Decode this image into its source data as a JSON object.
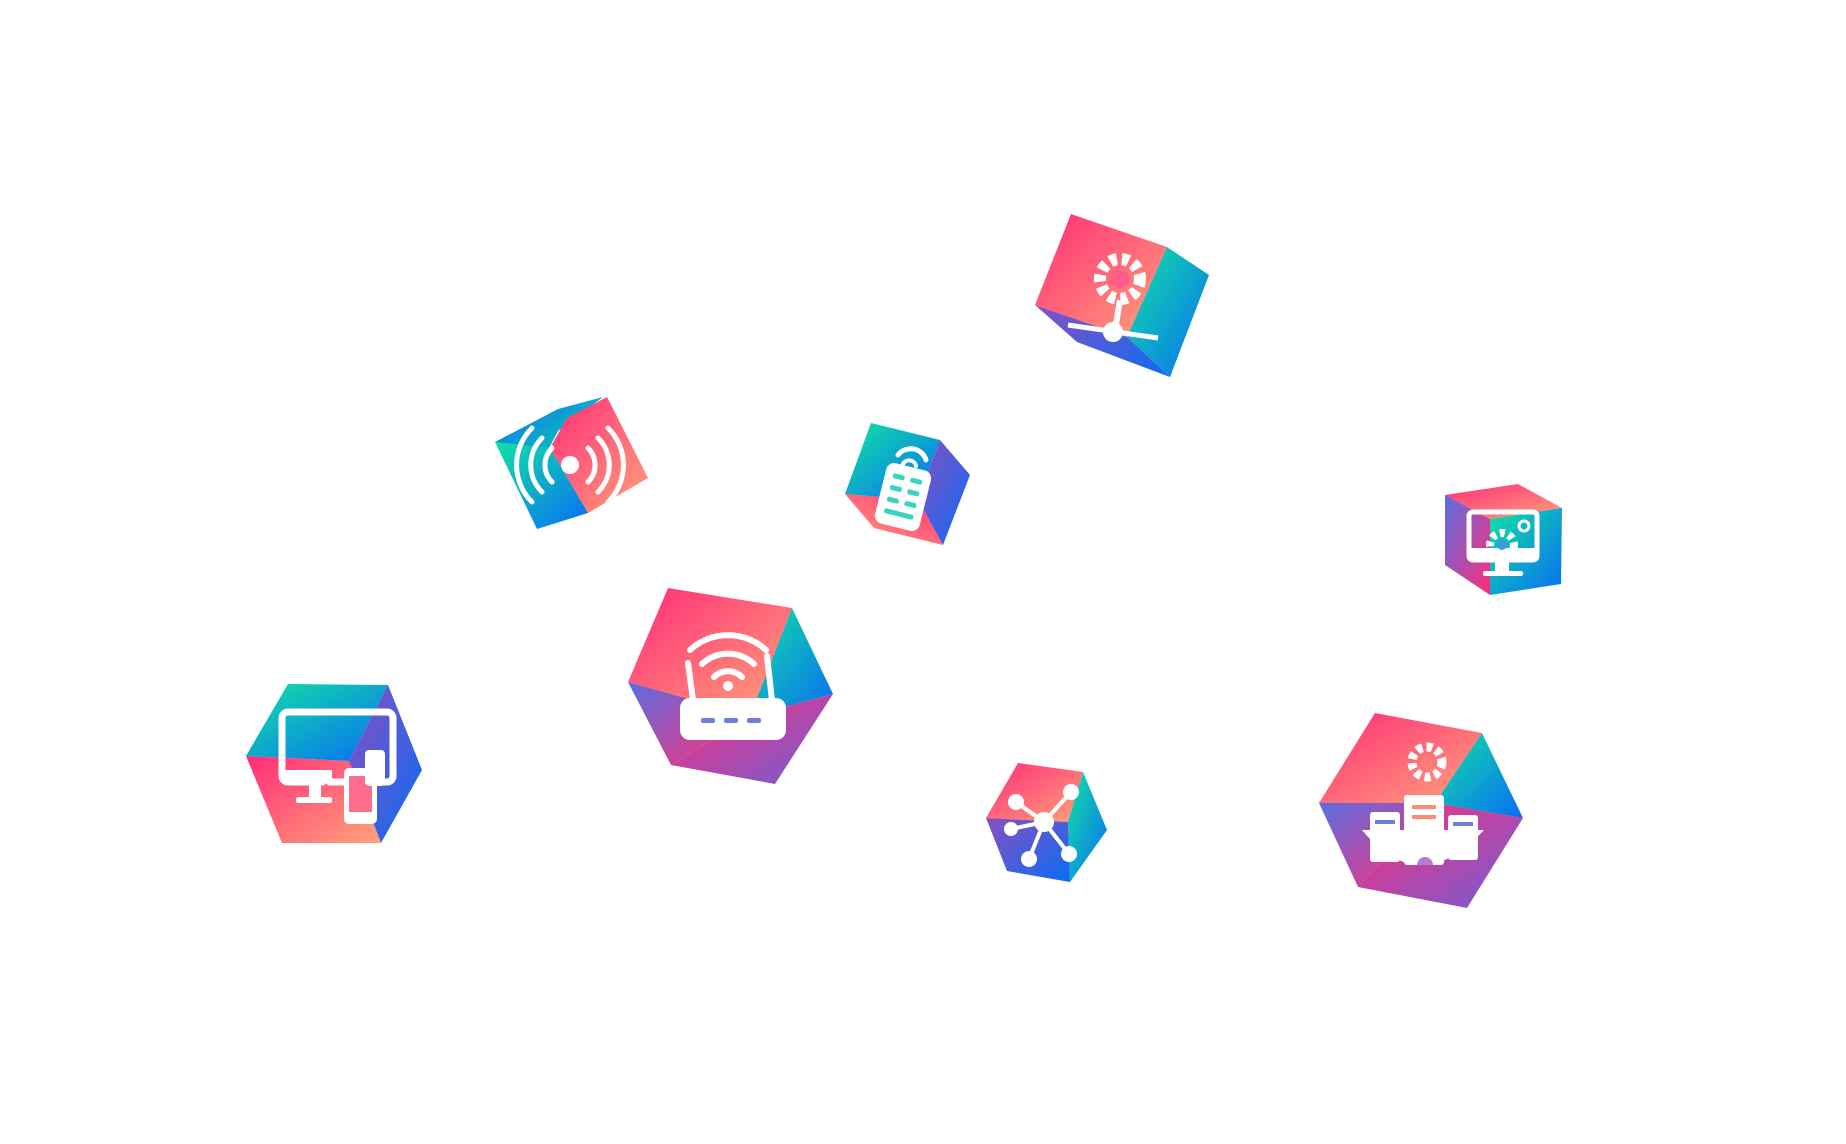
{
  "colors": {
    "pink": "#ff2d78",
    "peach": "#ffa27a",
    "teal": "#10e3a2",
    "blue": "#0a6cf5",
    "violet": "#8a4fc0",
    "icon": "#ffffff",
    "background": "#ffffff"
  },
  "cubes": [
    {
      "name": "server-network-cube",
      "icon": "server-network-icon"
    },
    {
      "name": "broadcast-signal-cube",
      "icon": "broadcast-signal-icon"
    },
    {
      "name": "remote-control-cube",
      "icon": "remote-control-icon"
    },
    {
      "name": "monitor-settings-cube",
      "icon": "monitor-settings-icon"
    },
    {
      "name": "wifi-router-cube",
      "icon": "wifi-router-icon"
    },
    {
      "name": "multi-device-cube",
      "icon": "multi-device-icon"
    },
    {
      "name": "hub-network-cube",
      "icon": "hub-network-icon"
    },
    {
      "name": "smart-building-cube",
      "icon": "smart-building-icon"
    }
  ]
}
